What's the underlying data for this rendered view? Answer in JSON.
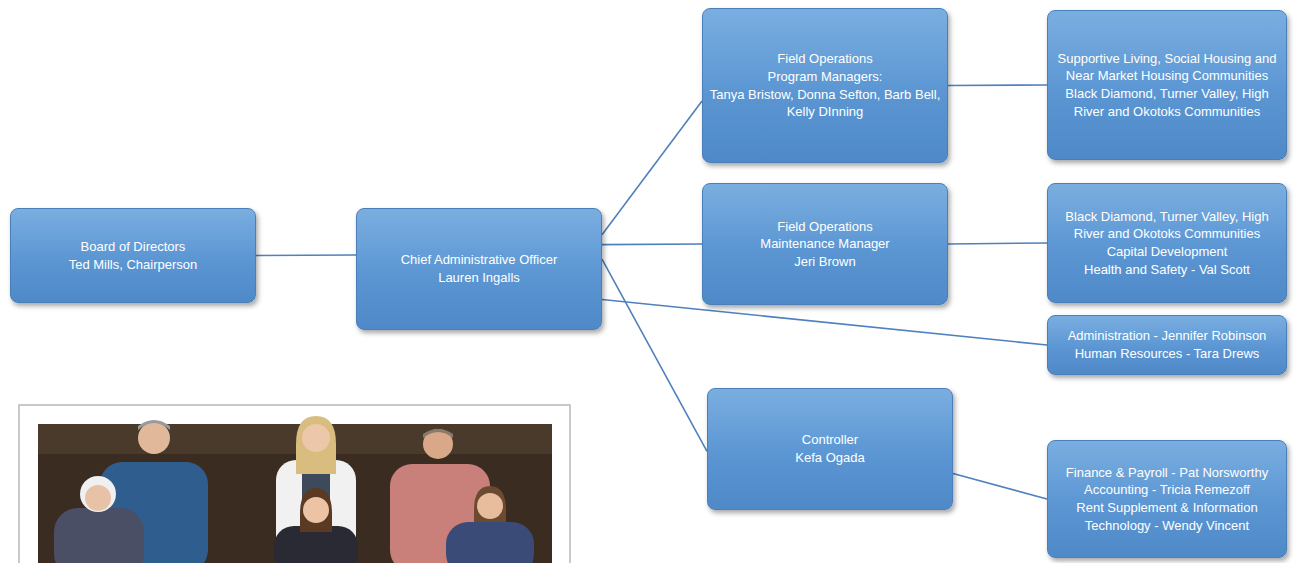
{
  "diagram": {
    "nodes": [
      {
        "text": [
          "Board of Directors",
          "Ted Mills, Chairperson"
        ]
      },
      {
        "text": [
          "Chief Administrative Officer",
          "Lauren Ingalls"
        ]
      },
      {
        "text": [
          "Field Operations",
          "Program Managers:",
          "Tanya Bristow, Donna Sefton, Barb Bell, Kelly DInning"
        ]
      },
      {
        "text": [
          "Supportive Living, Social Housing and Near Market Housing Communities",
          "Black Diamond, Turner Valley, High River and Okotoks Communities"
        ]
      },
      {
        "text": [
          "Field Operations",
          "Maintenance Manager",
          "Jeri Brown"
        ]
      },
      {
        "text": [
          "Black Diamond, Turner Valley, High River and Okotoks Communities",
          "Capital Development",
          "Health and Safety - Val Scott"
        ]
      },
      {
        "text": [
          "Administration - Jennifer Robinson",
          "Human Resources - Tara Drews"
        ]
      },
      {
        "text": [
          "Controller",
          "Kefa Ogada"
        ]
      },
      {
        "text": [
          "Finance & Payroll - Pat Norsworthy",
          "Accounting - Tricia Remezoff",
          "Rent Supplement & Information Technology - Wendy Vincent"
        ]
      }
    ],
    "edges": [
      {
        "from": 0,
        "to": 1,
        "arrow": "none"
      },
      {
        "from": 1,
        "to": 2,
        "arrow": "none"
      },
      {
        "from": 1,
        "to": 4,
        "arrow": "none"
      },
      {
        "from": 1,
        "to": 6,
        "arrow": "none"
      },
      {
        "from": 1,
        "to": 7,
        "arrow": "none"
      },
      {
        "from": 2,
        "to": 3,
        "arrow": "none"
      },
      {
        "from": 4,
        "to": 5,
        "arrow": "none"
      },
      {
        "from": 7,
        "to": 8,
        "arrow": "none"
      }
    ]
  }
}
